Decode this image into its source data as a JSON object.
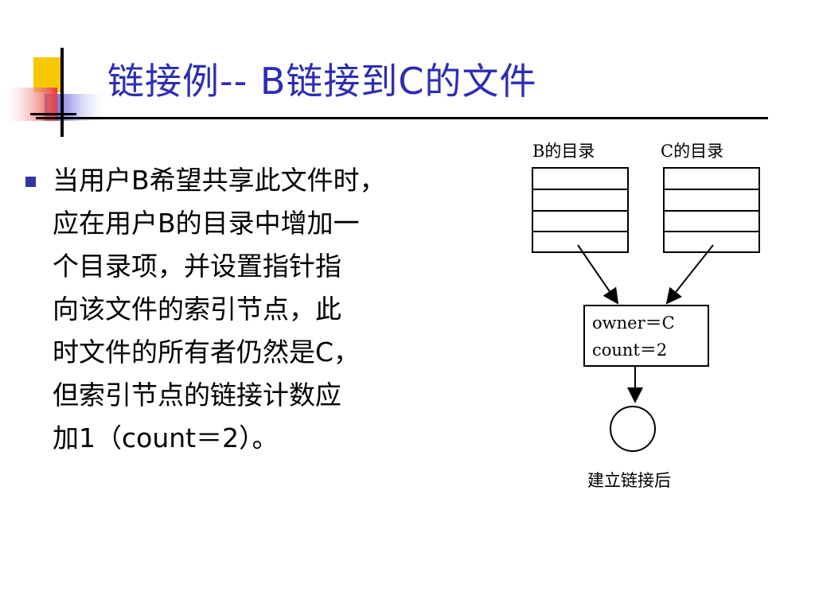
{
  "slide": {
    "title": "链接例-- B链接到C的文件",
    "bullet_lines": [
      "当用户B希望共享此文件时，",
      "应在用户B的目录中增加一",
      "个目录项，并设置指针指",
      "向该文件的索引节点，此",
      "时文件的所有者仍然是C，",
      "但索引节点的链接计数应",
      "加1（count＝2）。"
    ]
  },
  "diagram": {
    "dir_b_label": "B的目录",
    "dir_c_label": "C的目录",
    "inode_owner": "owner＝C",
    "inode_count": "count＝2",
    "caption": "建立链接后"
  },
  "colors": {
    "title": "#2d2db3",
    "bullet": "#3333a8",
    "logo_yellow": "#f5c800",
    "logo_red": "#e83a3a",
    "logo_blue": "#2a2acc"
  }
}
